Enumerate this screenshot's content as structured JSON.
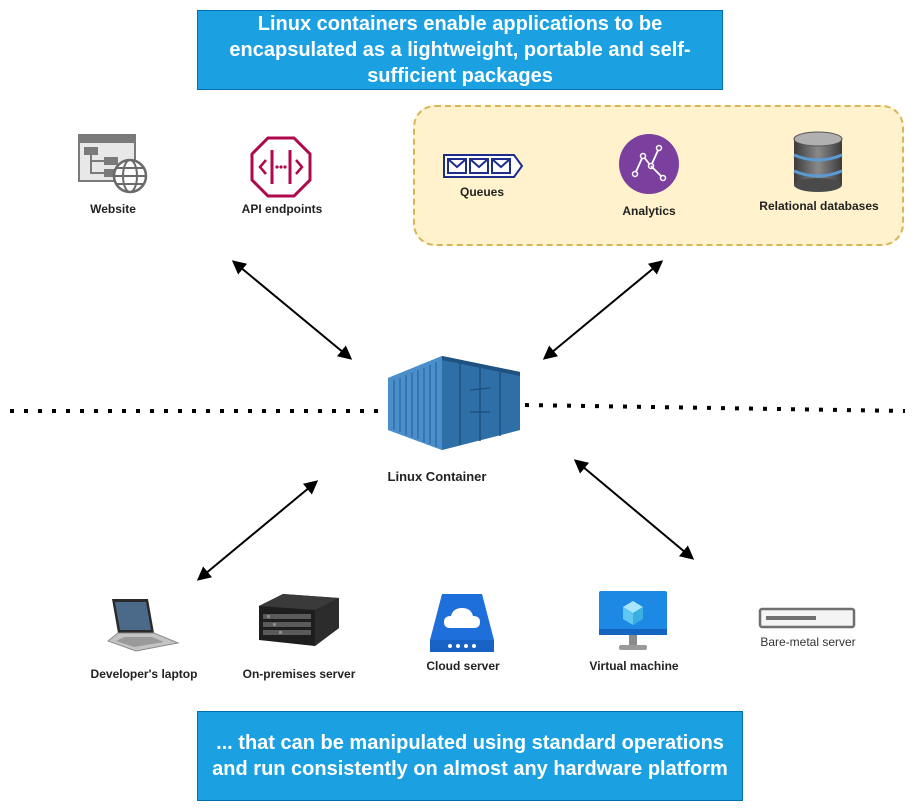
{
  "top_banner": "Linux containers enable applications to be encapsulated as a lightweight, portable and self-sufficient packages",
  "bottom_banner": "... that can be manipulated using standard operations and run consistently on almost any hardware platform",
  "top_items": {
    "website": "Website",
    "api": "API endpoints",
    "queues": "Queues",
    "analytics": "Analytics",
    "databases": "Relational databases"
  },
  "center": {
    "label": "Linux Container"
  },
  "bottom_items": {
    "laptop": "Developer's laptop",
    "onprem": "On-premises server",
    "cloud": "Cloud server",
    "vm": "Virtual machine",
    "baremetal": "Bare-metal server"
  },
  "colors": {
    "banner": "#1ba1e2",
    "group_fill": "#fff2cc",
    "group_border": "#d6b656",
    "container": "#3d7fb8",
    "api": "#b0084d",
    "analytics": "#7b3f9e",
    "queues": "#1f2d8a"
  }
}
